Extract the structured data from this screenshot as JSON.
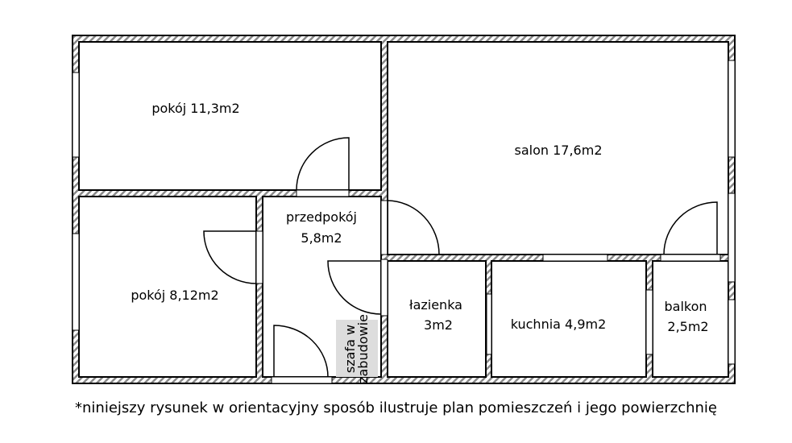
{
  "rooms": {
    "pokoj1": {
      "name": "pokój 11,3m2"
    },
    "salon": {
      "name": "salon 17,6m2"
    },
    "przedpokoj": {
      "line1": "przedpokój",
      "line2": "5,8m2"
    },
    "pokoj2": {
      "name": "pokój 8,12m2"
    },
    "lazienka": {
      "line1": "łazienka",
      "line2": "3m2"
    },
    "kuchnia": {
      "name": "kuchnia 4,9m2"
    },
    "balkon": {
      "line1": "balkon",
      "line2": "2,5m2"
    },
    "szafa": {
      "line1": "szafa w",
      "line2": "zabudowie"
    }
  },
  "note": "*niniejszy rysunek w orientacyjny sposób ilustruje plan pomieszczeń i jego powierzchnię",
  "colors": {
    "wall": "#000000",
    "hatch": "#888888",
    "closet": "#dddddd"
  }
}
